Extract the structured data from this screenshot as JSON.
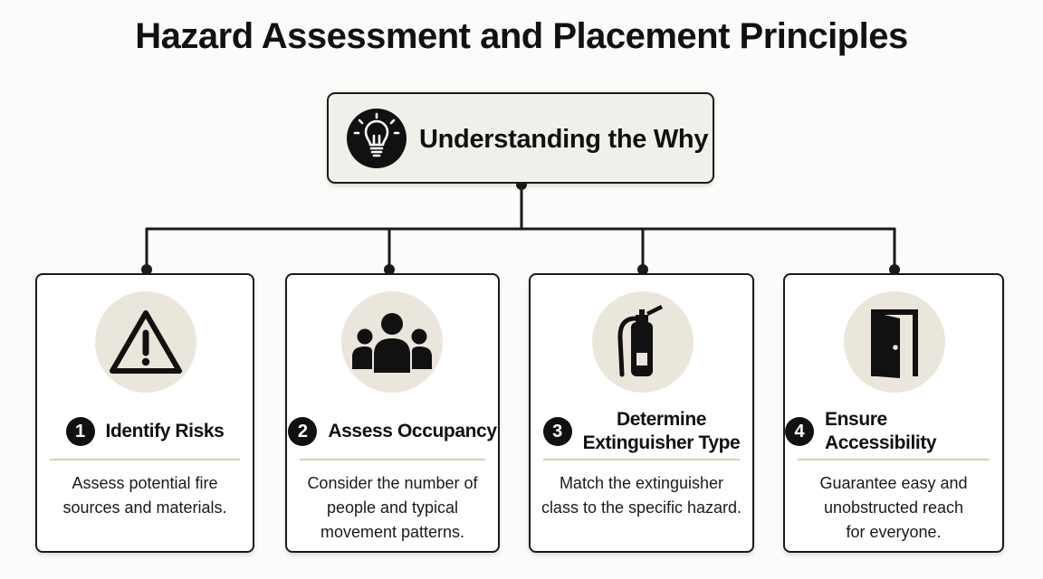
{
  "title": "Hazard Assessment and Placement Principles",
  "root": {
    "label": "Understanding the Why",
    "icon": "lightbulb-icon"
  },
  "steps": [
    {
      "number": "1",
      "title": "Identify Risks",
      "description": "Assess potential fire\nsources and materials.",
      "icon": "warning-triangle-icon"
    },
    {
      "number": "2",
      "title": "Assess Occupancy",
      "description": "Consider the number of\npeople and typical\nmovement patterns.",
      "icon": "people-group-icon"
    },
    {
      "number": "3",
      "title": "Determine\nExtinguisher Type",
      "description": "Match the extinguisher\nclass to the specific hazard.",
      "icon": "fire-extinguisher-icon"
    },
    {
      "number": "4",
      "title": "Ensure Accessibility",
      "description": "Guarantee easy and\nunobstructed reach\nfor everyone.",
      "icon": "open-door-icon"
    }
  ],
  "colors": {
    "background": "#fbfbfa",
    "ink": "#111111",
    "root_fill": "#f1efe9",
    "icon_circle": "#ebe6db",
    "divider": "#d9ceb6"
  }
}
